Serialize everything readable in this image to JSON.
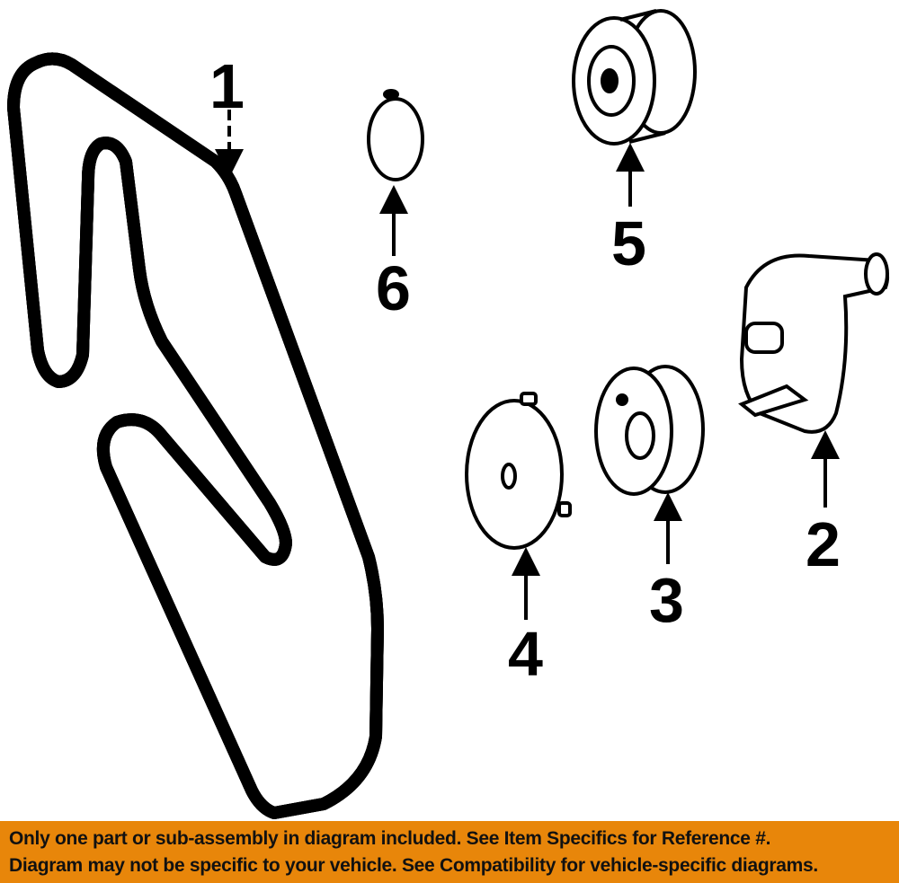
{
  "callouts": [
    "1",
    "2",
    "3",
    "4",
    "5",
    "6"
  ],
  "banner": {
    "line1": "Only one part or sub-assembly in diagram included. See Item Specifics for Reference #.",
    "line2": "Diagram may not be specific to your vehicle. See Compatibility for vehicle-specific diagrams."
  },
  "colors": {
    "banner": "#E8860A"
  }
}
